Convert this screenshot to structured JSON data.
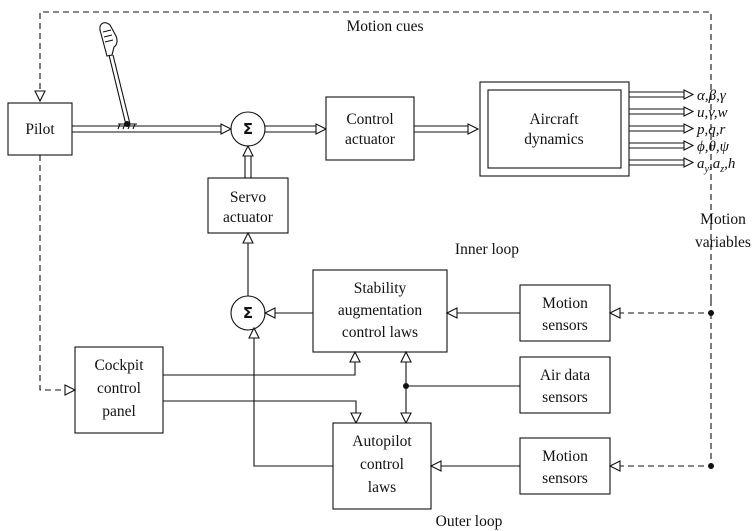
{
  "labels": {
    "motion_cues": "Motion cues",
    "inner_loop": "Inner loop",
    "outer_loop": "Outer loop",
    "motion_variables": [
      "Motion",
      "variables"
    ]
  },
  "blocks": {
    "pilot": [
      "Pilot"
    ],
    "control_actuator": [
      "Control",
      "actuator"
    ],
    "aircraft_dynamics": [
      "Aircraft",
      "dynamics"
    ],
    "servo_actuator": [
      "Servo",
      "actuator"
    ],
    "stability_augmentation": [
      "Stability",
      "augmentation",
      "control laws"
    ],
    "motion_sensors_inner": [
      "Motion",
      "sensors"
    ],
    "cockpit_panel": [
      "Cockpit",
      "control",
      "panel"
    ],
    "air_data_sensors": [
      "Air data",
      "sensors"
    ],
    "autopilot": [
      "Autopilot",
      "control",
      "laws"
    ],
    "motion_sensors_outer": [
      "Motion",
      "sensors"
    ]
  },
  "summing_symbol": "Σ",
  "outputs": [
    [
      {
        "t": "α,β,γ"
      }
    ],
    [
      {
        "t": "u,v,w"
      }
    ],
    [
      {
        "t": "p,q,r"
      }
    ],
    [
      {
        "t": "ϕ,θ,ψ"
      }
    ],
    [
      {
        "t": "a"
      },
      {
        "t": "y",
        "sub": true
      },
      {
        "t": ",a"
      },
      {
        "t": "z",
        "sub": true
      },
      {
        "t": ",h"
      }
    ]
  ]
}
